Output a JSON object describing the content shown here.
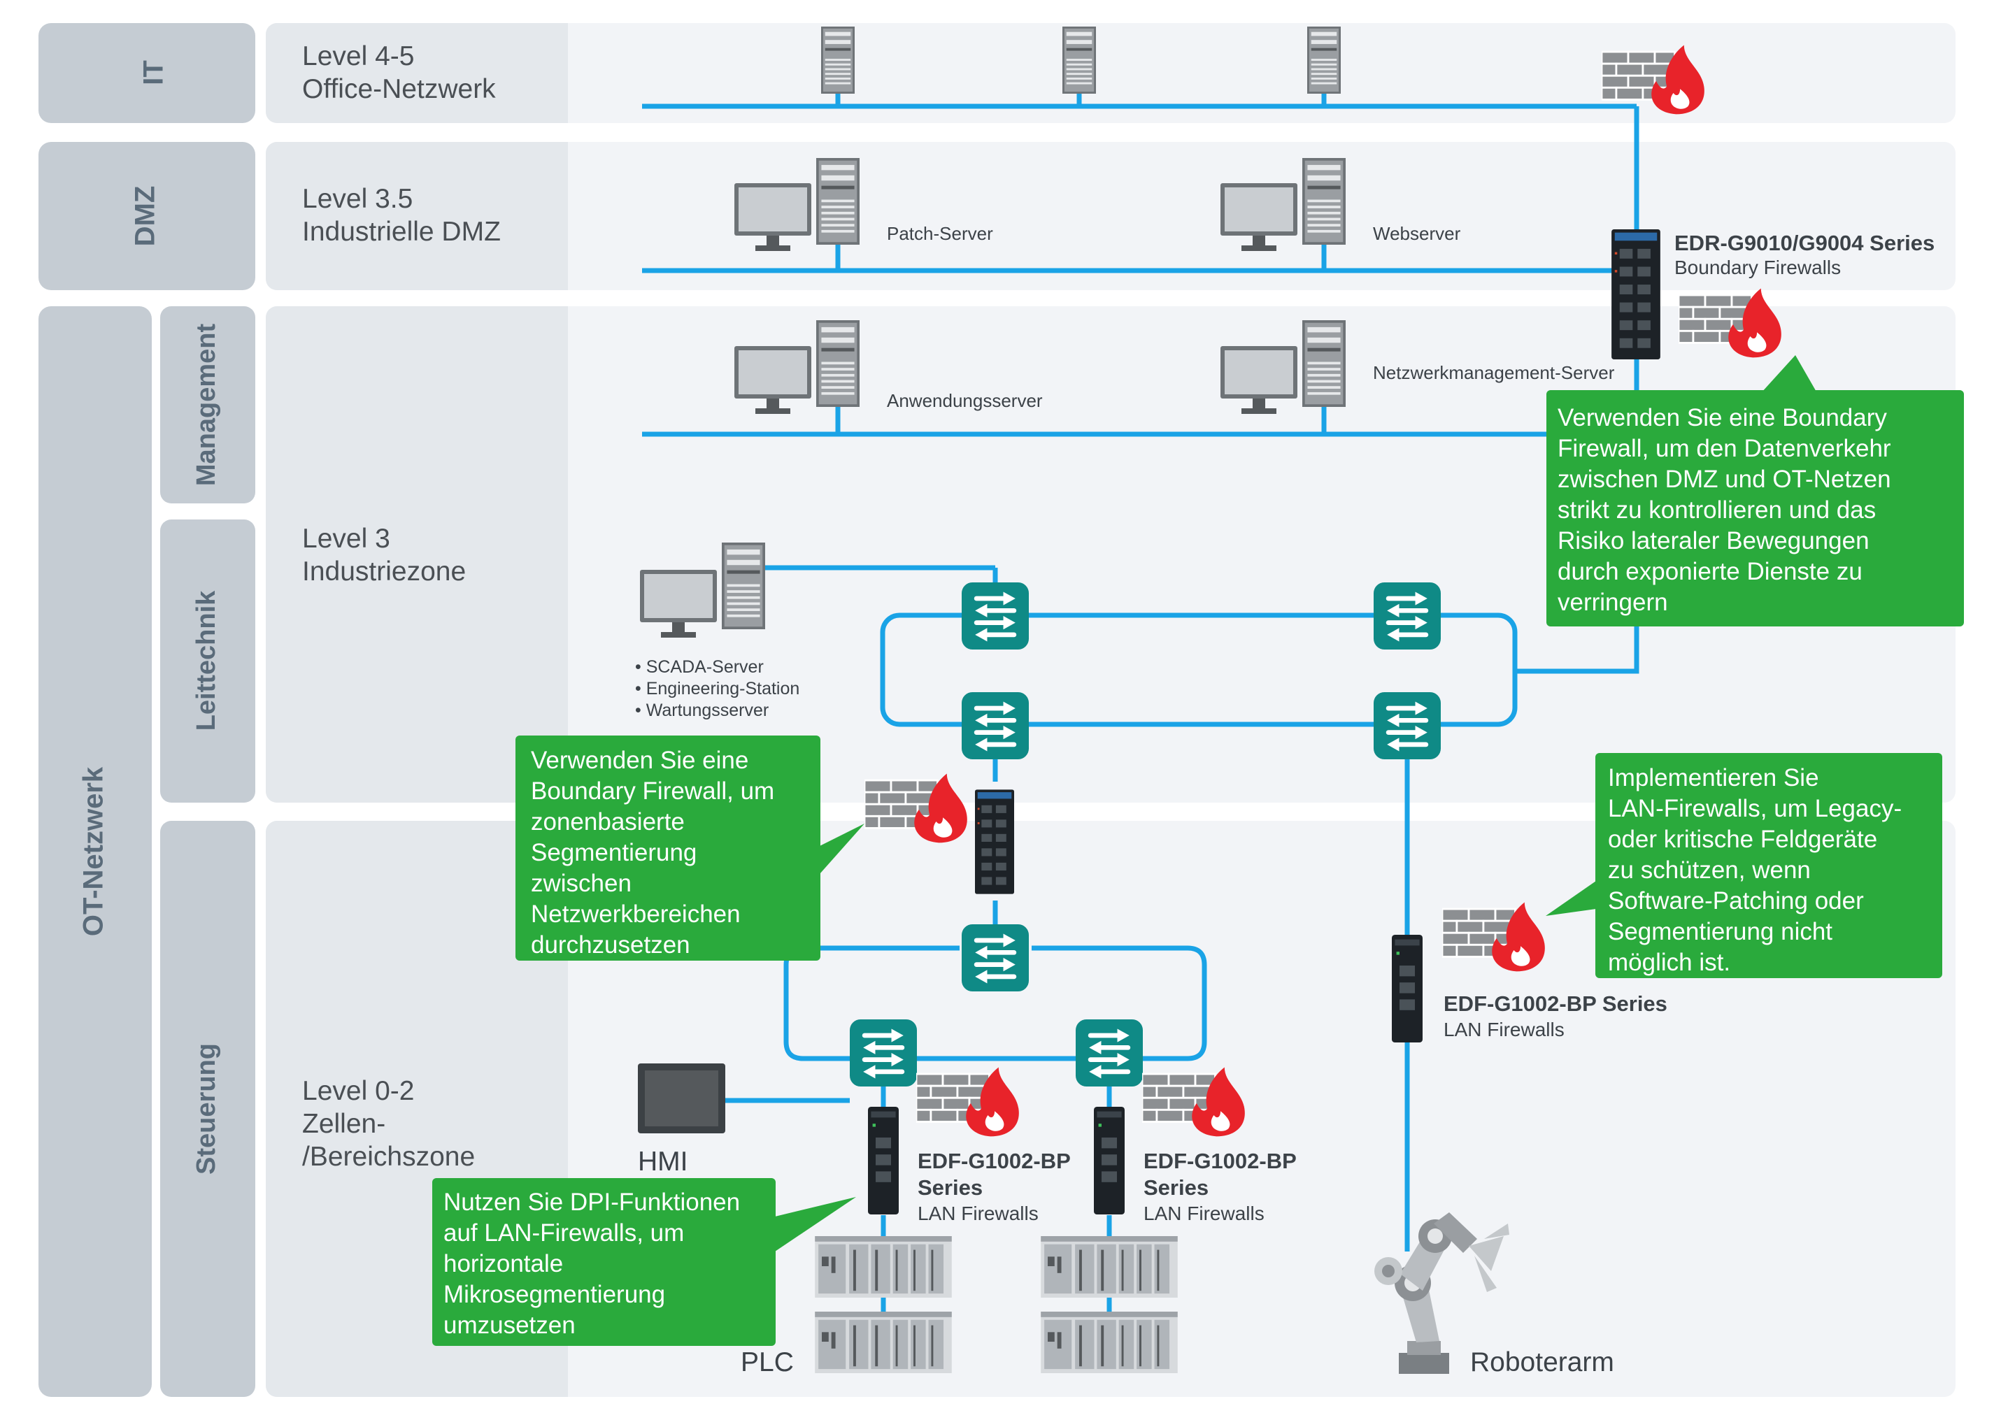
{
  "zones": {
    "it": "IT",
    "dmz": "DMZ",
    "ot": "OT-Netzwerk",
    "management": "Management",
    "leittechnik": "Leittechnik",
    "steuerung": "Steuerung"
  },
  "levels": {
    "level45": [
      "Level 4-5",
      "Office-Netzwerk"
    ],
    "level35": [
      "Level 3.5",
      "Industrielle DMZ"
    ],
    "level3": [
      "Level 3",
      "Industriezone"
    ],
    "level02": [
      "Level 0-2",
      "Zellen-",
      "/Bereichszone"
    ]
  },
  "devices": {
    "patch_server": "Patch-Server",
    "webserver": "Webserver",
    "anwendungsserver": "Anwendungsserver",
    "netzwerkmanagement_server": "Netzwerkmanagement-Server",
    "scada_list": [
      "• SCADA-Server",
      "• Engineering-Station",
      "• Wartungsserver"
    ],
    "hmi": "HMI",
    "plc": "PLC",
    "roboterarm": "Roboterarm"
  },
  "products": {
    "edr": [
      "EDR-G9010/G9004 Series",
      "Boundary Firewalls"
    ],
    "edf_right": [
      "EDF-G1002-BP Series",
      "LAN Firewalls"
    ],
    "edf_left": [
      "EDF-G1002-BP",
      "Series",
      "LAN Firewalls"
    ],
    "edf_middle": [
      "EDF-G1002-BP",
      "Series",
      "LAN Firewalls"
    ]
  },
  "callouts": {
    "boundary_dmz": [
      "Verwenden Sie eine Boundary",
      "Firewall, um den Datenverkehr",
      "zwischen DMZ und OT-Netzen",
      "strikt zu kontrollieren und das",
      "Risiko lateraler Bewegungen",
      "durch exponierte Dienste zu",
      "verringern"
    ],
    "boundary_zone": [
      "Verwenden Sie eine",
      "Boundary Firewall, um",
      "zonenbasierte",
      "Segmentierung",
      "zwischen",
      "Netzwerkbereichen",
      "durchzusetzen"
    ],
    "lan_legacy": [
      "Implementieren Sie",
      "LAN-Firewalls, um Legacy-",
      "oder kritische Feldgeräte",
      "zu schützen, wenn",
      "Software-Patching oder",
      "Segmentierung nicht",
      "möglich ist."
    ],
    "dpi": [
      "Nutzen Sie DPI-Funktionen",
      "auf LAN-Firewalls, um",
      "horizontale",
      "Mikrosegmentierung",
      "umzusetzen"
    ]
  },
  "colors": {
    "zone_band": "#c5ccd3",
    "row_background": "#f2f4f7",
    "level_background": "#e4e8ec",
    "network_line": "#1aa3e6",
    "switch": "#0f8a86",
    "callout": "#2aaa3c",
    "fire": "#e8232a",
    "firewall_brick": "#8c8f92"
  }
}
